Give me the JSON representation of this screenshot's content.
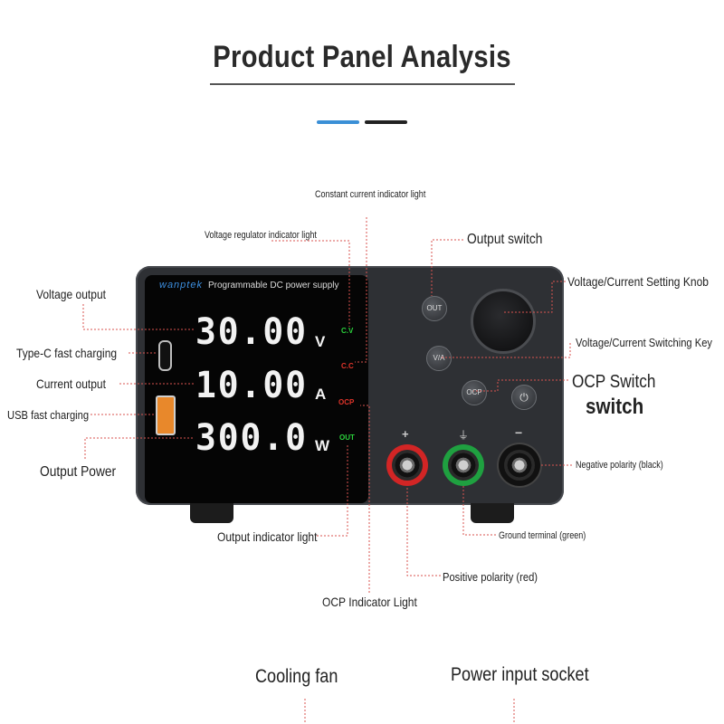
{
  "title": "Product Panel Analysis",
  "device": {
    "brand": "wanptek",
    "subtitle": "Programmable DC power supply",
    "voltage": "30.00",
    "voltage_unit": "V",
    "current": "10.00",
    "current_unit": "A",
    "power": "300.0",
    "power_unit": "W",
    "ind_cv": "C.V",
    "ind_cc": "C.C",
    "ind_ocp": "OCP",
    "ind_out": "OUT",
    "btn_out": "OUT",
    "btn_va": "V/A",
    "btn_ocp": "OCP",
    "plus_sign": "+",
    "ground_sign": "⏚",
    "minus_sign": "−"
  },
  "labels": {
    "constant_current": "Constant current indicator light",
    "voltage_regulator": "Voltage regulator indicator light",
    "output_switch": "Output switch",
    "voltage_output": "Voltage output",
    "knob": "Voltage/Current Setting Knob",
    "type_c": "Type-C fast charging",
    "vc_switching": "Voltage/Current Switching Key",
    "current_output": "Current output",
    "ocp_switch_line1": "OCP Switch",
    "ocp_switch_line2": "switch",
    "usb_fast": "USB fast charging",
    "output_power": "Output Power",
    "negative": "Negative polarity (black)",
    "output_indicator": "Output indicator light",
    "ground": "Ground terminal (green)",
    "positive": "Positive polarity (red)",
    "ocp_indicator": "OCP Indicator Light",
    "cooling_fan": "Cooling fan",
    "power_socket": "Power input socket"
  },
  "colors": {
    "accent_blue": "#3a8fd6",
    "leader_red": "#d9534f",
    "indicator_green": "#2bd23c",
    "indicator_red": "#e0342a",
    "terminal_red": "#d22525",
    "terminal_green": "#1fa040",
    "terminal_black": "#111111"
  }
}
